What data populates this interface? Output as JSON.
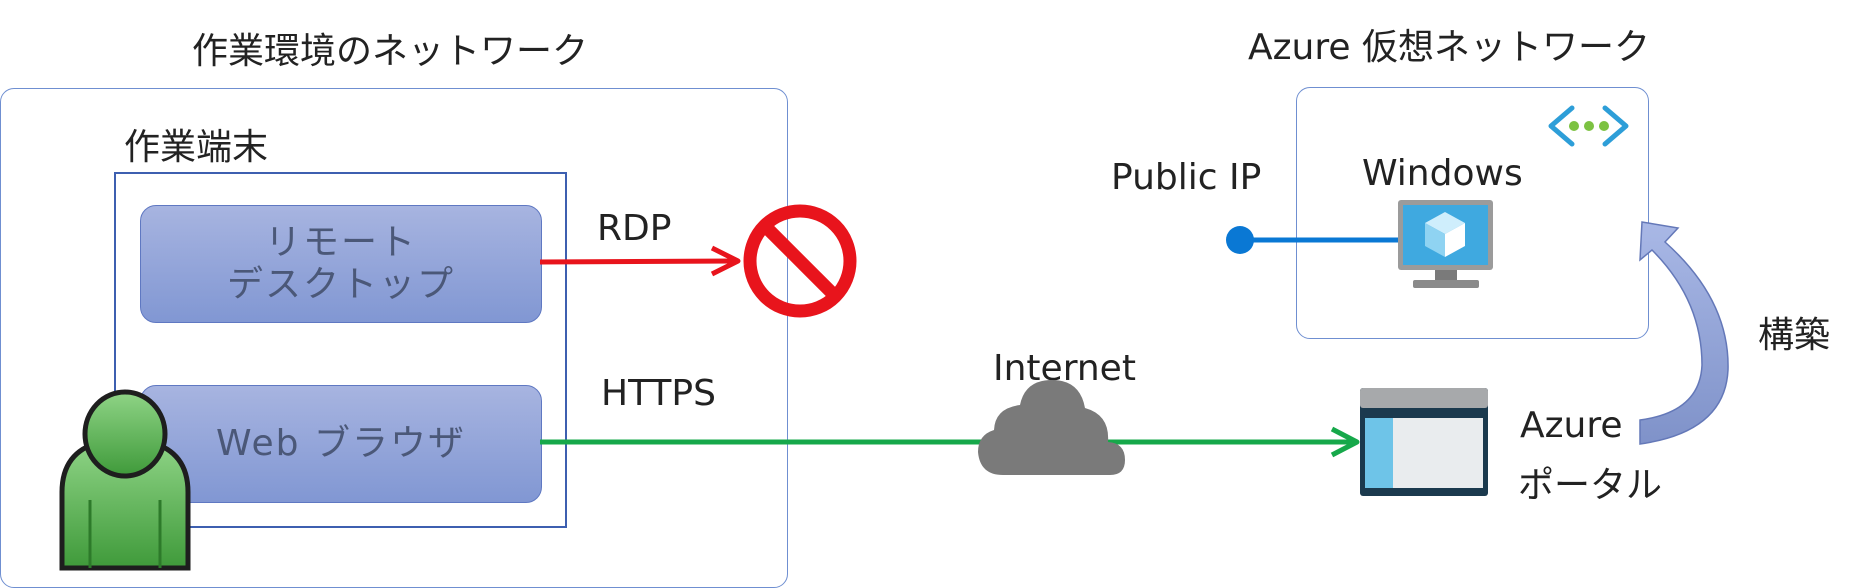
{
  "work_network": {
    "title": "作業環境のネットワーク",
    "terminal_label": "作業端末",
    "remote_desktop_line1": "リモート",
    "remote_desktop_line2": "デスクトップ",
    "web_browser": "Web ブラウザ"
  },
  "connections": {
    "rdp": "RDP",
    "https": "HTTPS",
    "internet": "Internet"
  },
  "azure_network": {
    "title": "Azure 仮想ネットワーク",
    "vm_label": "Windows",
    "public_ip": "Public IP",
    "build_label": "構築",
    "portal_line1": "Azure",
    "portal_line2": "ポータル"
  },
  "colors": {
    "rdp_line": "#e8141c",
    "https_line": "#16a84a",
    "ip_line": "#0a78d4",
    "blocked": "#e8141c",
    "cloud": "#7a7a7a",
    "zone_border": "#6f8fd1"
  },
  "icons": [
    "prohibited-icon",
    "user-icon",
    "cloud-icon",
    "vnet-icon",
    "monitor-vm-icon",
    "portal-icon",
    "curved-arrow-icon"
  ]
}
